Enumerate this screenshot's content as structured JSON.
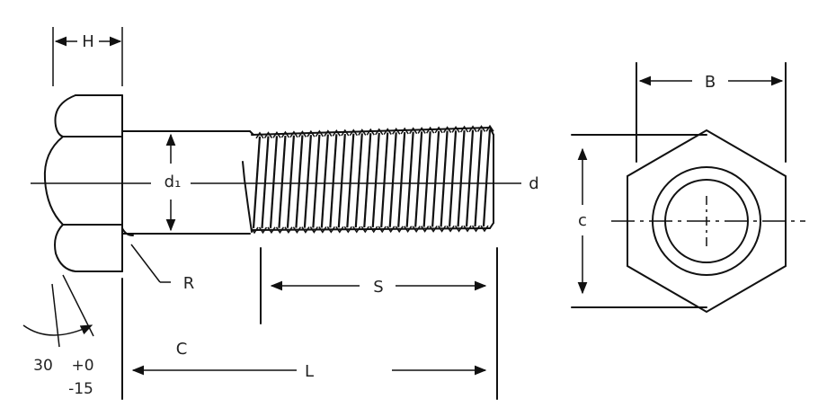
{
  "labels": {
    "H": "H",
    "d1": "d₁",
    "d": "d",
    "R": "R",
    "S": "S",
    "C": "C",
    "L": "L",
    "angle": "30",
    "tol_plus": "+0",
    "tol_minus": "-15",
    "B": "B",
    "c": "c"
  }
}
